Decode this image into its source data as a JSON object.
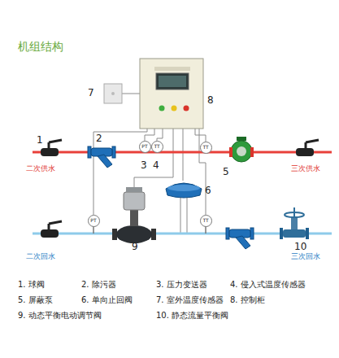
{
  "diagram": {
    "title": "机组结构",
    "nodes": [
      {
        "text": [
          "PT"
        ]
      },
      {
        "text": [
          "TT"
        ]
      },
      {
        "text": [
          "TT"
        ]
      },
      {
        "text": [
          "PT"
        ]
      },
      {
        "text": [
          "TT"
        ]
      }
    ],
    "labels": [
      "1",
      "2",
      "二次供水",
      "三次供水",
      "3",
      "4",
      "5",
      "二次回水",
      "三次回水",
      "6",
      "7",
      "8",
      "9",
      "10",
      "1. 球阀",
      "2. 除污器",
      "3. 压力变送器",
      "4. 侵入式温度传感器",
      "5. 屏蔽泵",
      "6. 单向止回阀",
      "7. 室外温度传感器",
      "8. 控制柜",
      "9. 动态平衡电动调节阀",
      "10. 静态流量平衡阀"
    ]
  }
}
